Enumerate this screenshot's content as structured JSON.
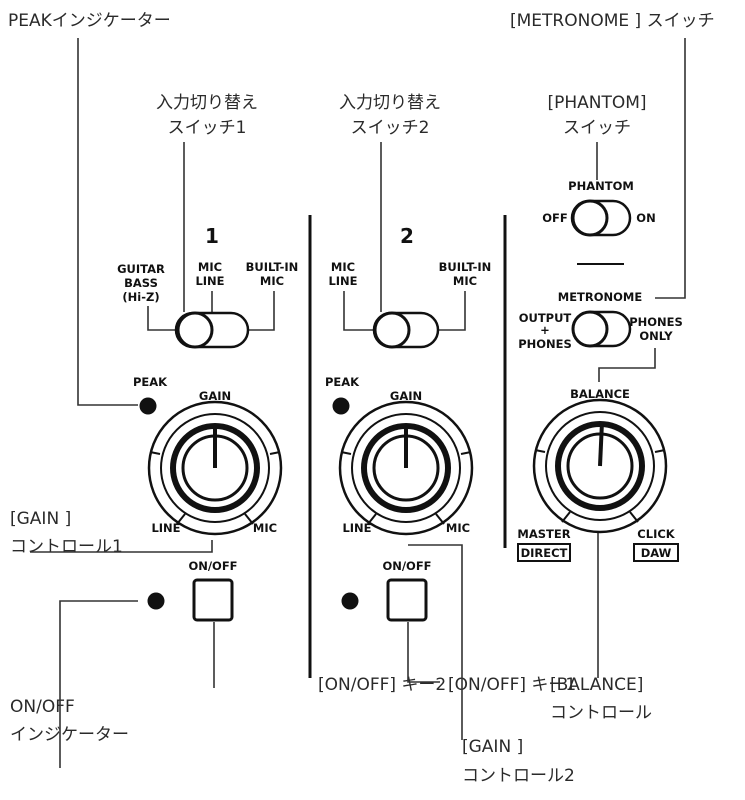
{
  "callouts": {
    "peak_indicator": "PEAKインジケーター",
    "metronome_switch": "[METRONOME ] スイッチ",
    "input_switch1_line1": "入力切り替え",
    "input_switch1_line2": "スイッチ1",
    "input_switch2_line1": "入力切り替え",
    "input_switch2_line2": "スイッチ2",
    "phantom_switch_line1": "[PHANTOM]",
    "phantom_switch_line2": "スイッチ",
    "gain1_line1": "[GAIN ]",
    "gain1_line2": "コントロール1",
    "onoff_ind_line1": "ON/OFF",
    "onoff_ind_line2": "インジケーター",
    "onoff_key2": "[ON/OFF] キー2",
    "onoff_key1": "[ON/OFF] キー1",
    "balance_line1": "[BALANCE]",
    "balance_line2": "コントロール",
    "gain2_line1": "[GAIN ]",
    "gain2_line2": "コントロール2"
  },
  "panel": {
    "ch1_number": "1",
    "ch2_number": "2",
    "guitar_line1": "GUITAR",
    "guitar_line2": "BASS",
    "guitar_line3": "(Hi-Z)",
    "mic_label": "MIC",
    "line_label": "LINE",
    "builtin_line1": "BUILT-IN",
    "builtin_line2": "MIC",
    "peak": "PEAK",
    "gain": "GAIN",
    "knob_left": "LINE",
    "knob_right": "MIC",
    "onoff": "ON/OFF",
    "phantom": "PHANTOM",
    "off": "OFF",
    "on": "ON",
    "metronome": "METRONOME",
    "output_line1": "OUTPUT",
    "output_plus": "+",
    "output_line2": "PHONES",
    "phones_line1": "PHONES",
    "phones_line2": "ONLY",
    "balance": "BALANCE",
    "master": "MASTER",
    "direct": "DIRECT",
    "click": "CLICK",
    "daw": "DAW"
  }
}
